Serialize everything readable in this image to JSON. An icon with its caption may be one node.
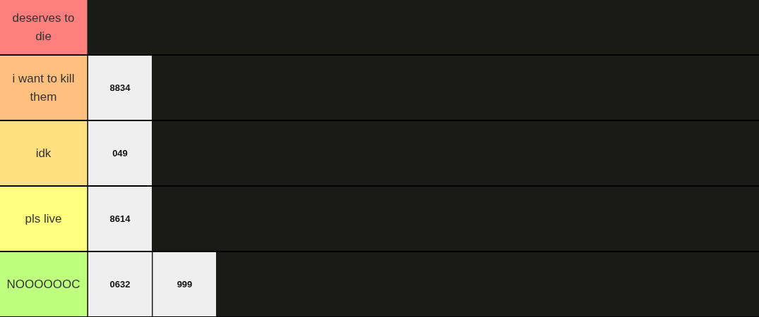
{
  "diagram": {
    "nodes": [
      {
        "text": [
          "deserves to die"
        ]
      },
      {
        "text": [
          "i want to kill them"
        ]
      },
      {
        "text": [
          "8834"
        ],
        "in": 1
      },
      {
        "text": [
          "idk"
        ]
      },
      {
        "text": [
          "049"
        ],
        "in": 3
      },
      {
        "text": [
          "pls live"
        ]
      },
      {
        "text": [
          "8614"
        ],
        "in": 5
      },
      {
        "text": [
          "NOOOOOOC"
        ]
      },
      {
        "text": [
          "0632"
        ],
        "in": 7
      },
      {
        "text": [
          "999"
        ],
        "in": 7
      }
    ]
  }
}
